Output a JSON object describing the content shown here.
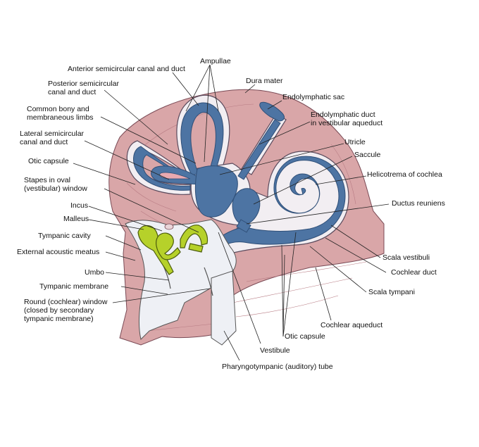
{
  "labels": {
    "ampullae": "Ampullae",
    "anterior_canal": "Anterior semicircular canal and duct",
    "dura_mater": "Dura mater",
    "posterior_canal_1": "Posterior semicircular",
    "posterior_canal_2": "canal and duct",
    "endolymphatic_sac": "Endolymphatic sac",
    "common_limbs_1": "Common bony and",
    "common_limbs_2": "membraneous limbs",
    "endolymphatic_duct_1": "Endolymphatic duct",
    "endolymphatic_duct_2": "in vestibular aqueduct",
    "lateral_canal_1": "Lateral semicircular",
    "lateral_canal_2": "canal and duct",
    "utricle": "Utricle",
    "saccule": "Saccule",
    "otic_capsule_left": "Otic capsule",
    "helicotrema": "Helicotrema of cochlea",
    "stapes_1": "Stapes in oval",
    "stapes_2": "(vestibular) window",
    "incus": "Incus",
    "ductus_reuniens": "Ductus reuniens",
    "malleus": "Malleus",
    "tympanic_cavity": "Tympanic cavity",
    "external_meatus": "External acoustic meatus",
    "scala_vestibuli": "Scala vestibuli",
    "umbo": "Umbo",
    "cochlear_duct": "Cochlear duct",
    "tympanic_membrane": "Tympanic membrane",
    "scala_tympani": "Scala tympani",
    "round_window_1": "Round (cochlear) window",
    "round_window_2": "(closed by secondary",
    "round_window_3": "tympanic membrane)",
    "cochlear_aqueduct": "Cochlear aqueduct",
    "otic_capsule_bottom": "Otic capsule",
    "vestibule": "Vestibule",
    "pharyngotympanic_tube": "Pharyngotympanic (auditory) tube"
  },
  "colors": {
    "tissue": "#d9a6a8",
    "membranous_labyrinth": "#4d74a3",
    "ossicles": "#b6d12a",
    "otic_capsule": "#f2eef2"
  }
}
